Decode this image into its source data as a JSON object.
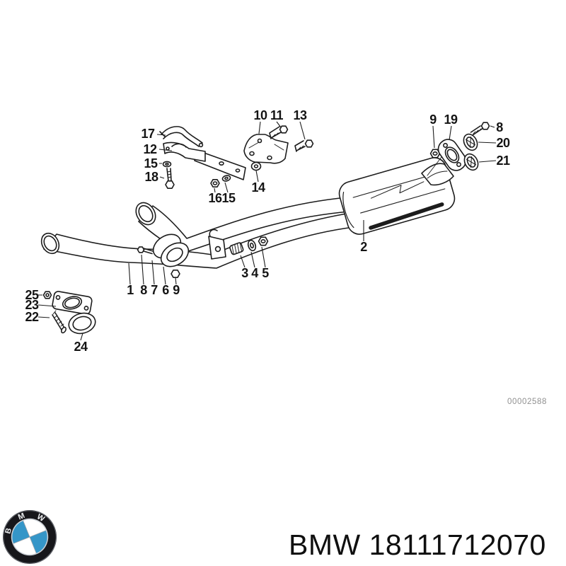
{
  "diagram": {
    "name": "exhaust-system-front-silencer-exploded-diagram",
    "watermark": "00002588",
    "callouts": [
      {
        "part": "17",
        "text": "17"
      },
      {
        "part": "12",
        "text": "12"
      },
      {
        "part": "15",
        "text": "15"
      },
      {
        "part": "18",
        "text": "18"
      },
      {
        "part": "10",
        "text": "10"
      },
      {
        "part": "11",
        "text": "11"
      },
      {
        "part": "13",
        "text": "13"
      },
      {
        "part": "14",
        "text": "14"
      },
      {
        "part": "16",
        "text": "16"
      },
      {
        "part": "15",
        "text": "15"
      },
      {
        "part": "9",
        "text": "9"
      },
      {
        "part": "19",
        "text": "19"
      },
      {
        "part": "8",
        "text": "8"
      },
      {
        "part": "20",
        "text": "20"
      },
      {
        "part": "21",
        "text": "21"
      },
      {
        "part": "2",
        "text": "2"
      },
      {
        "part": "3",
        "text": "3"
      },
      {
        "part": "4",
        "text": "4"
      },
      {
        "part": "5",
        "text": "5"
      },
      {
        "part": "1",
        "text": "1"
      },
      {
        "part": "8",
        "text": "8"
      },
      {
        "part": "7",
        "text": "7"
      },
      {
        "part": "6",
        "text": "6"
      },
      {
        "part": "9",
        "text": "9"
      },
      {
        "part": "25",
        "text": "25"
      },
      {
        "part": "23",
        "text": "23"
      },
      {
        "part": "22",
        "text": "22"
      },
      {
        "part": "24",
        "text": "24"
      }
    ]
  },
  "footer": {
    "logo_icon": "bmw-roundel-icon",
    "logo_letters": [
      "B",
      "M",
      "W"
    ],
    "part_label": "BMW 18111712070"
  },
  "colors": {
    "line": "#1c1c1c",
    "watermark_gray": "#8f8f8f",
    "bmw_blue": "#3596c8",
    "roundel_black": "#17171b"
  }
}
